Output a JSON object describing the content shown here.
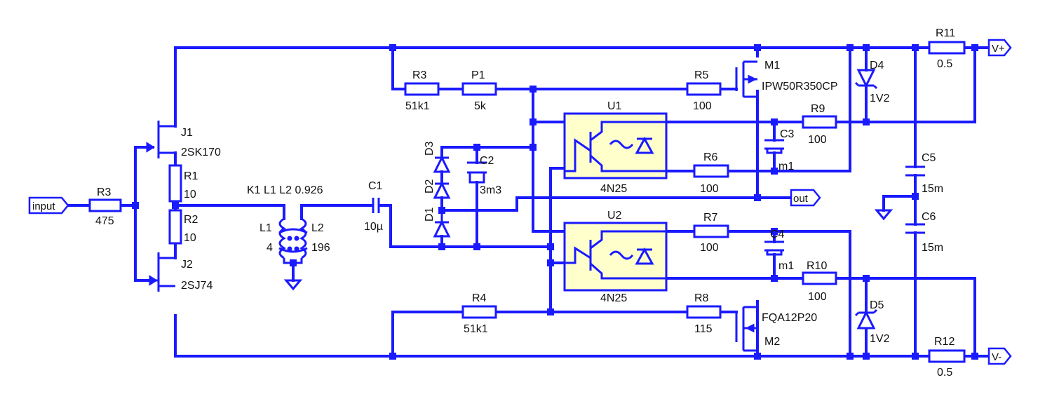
{
  "ports": {
    "input": "input",
    "out": "out",
    "vplus": "V+",
    "vminus": "V-"
  },
  "labels": {
    "r3a": "R3",
    "r3a_v": "475",
    "r1": "R1",
    "r1_v": "10",
    "r2": "R2",
    "r2_v": "10",
    "j1": "J1",
    "j1_v": "2SK170",
    "j2": "J2",
    "j2_v": "2SJ74",
    "k1": "K1 L1 L2 0.926",
    "l1": "L1",
    "l1_v": "4",
    "l2": "L2",
    "l2_v": "196",
    "c1": "C1",
    "c1_v": "10µ",
    "d1": "D1",
    "d2": "D2",
    "d3": "D3",
    "c2": "C2",
    "c2_v": "3m3",
    "r3b": "R3",
    "r3b_v": "51k1",
    "p1": "P1",
    "p1_v": "5k",
    "r4": "R4",
    "r4_v": "51k1",
    "u1": "U1",
    "u1_v": "4N25",
    "u2": "U2",
    "u2_v": "4N25",
    "r5": "R5",
    "r5_v": "100",
    "r6": "R6",
    "r6_v": "100",
    "r7": "R7",
    "r7_v": "100",
    "r8": "R8",
    "r8_v": "115",
    "r9": "R9",
    "r9_v": "100",
    "r10": "R10",
    "r10_v": "100",
    "c3": "C3",
    "c3_v": "m1",
    "c4": "C4",
    "c4_v": "m1",
    "m1": "M1",
    "m1_v": "IPW50R350CP",
    "m2": "M2",
    "m2_v": "FQA12P20",
    "d4": "D4",
    "d4_v": "1V2",
    "d5": "D5",
    "d5_v": "1V2",
    "c5": "C5",
    "c5_v": "15m",
    "c6": "C6",
    "c6_v": "15m",
    "r11": "R11",
    "r11_v": "0.5",
    "r12": "R12",
    "r12_v": "0.5"
  }
}
